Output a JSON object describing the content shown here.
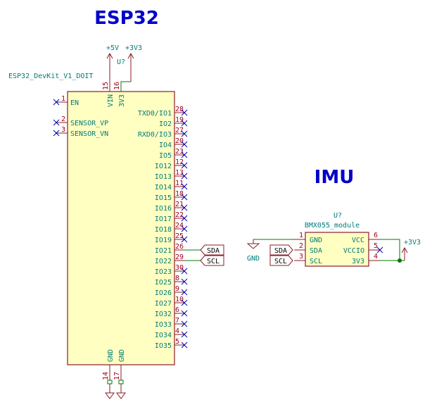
{
  "titles": {
    "esp32": "ESP32",
    "imu": "IMU"
  },
  "esp32": {
    "value": "ESP32_DevKit_V1_DOIT",
    "ref": "U?",
    "power_labels": {
      "vin_net": "+5V",
      "v3_net": "+3V3"
    },
    "top_pins": [
      {
        "num": "15",
        "name": "VIN"
      },
      {
        "num": "16",
        "name": "3V3"
      }
    ],
    "bottom_pins": [
      {
        "num": "14",
        "name": "GND"
      },
      {
        "num": "17",
        "name": "GND"
      }
    ],
    "left_pins": [
      {
        "num": "1",
        "name": "EN"
      },
      {
        "num": "2",
        "name": "SENSOR_VP"
      },
      {
        "num": "3",
        "name": "SENSOR_VN"
      }
    ],
    "right_pins": [
      {
        "num": "28",
        "name": "TXD0/IO1"
      },
      {
        "num": "19",
        "name": "IO2"
      },
      {
        "num": "27",
        "name": "RXD0/IO3"
      },
      {
        "num": "20",
        "name": "IO4"
      },
      {
        "num": "23",
        "name": "IO5"
      },
      {
        "num": "12",
        "name": "IO12"
      },
      {
        "num": "13",
        "name": "IO13"
      },
      {
        "num": "11",
        "name": "IO14"
      },
      {
        "num": "18",
        "name": "IO15"
      },
      {
        "num": "21",
        "name": "IO16"
      },
      {
        "num": "22",
        "name": "IO17"
      },
      {
        "num": "24",
        "name": "IO18"
      },
      {
        "num": "25",
        "name": "IO19"
      },
      {
        "num": "26",
        "name": "IO21"
      },
      {
        "num": "29",
        "name": "IO22"
      },
      {
        "num": "30",
        "name": "IO23"
      },
      {
        "num": "8",
        "name": "IO25"
      },
      {
        "num": "9",
        "name": "IO26"
      },
      {
        "num": "10",
        "name": "IO27"
      },
      {
        "num": "6",
        "name": "IO32"
      },
      {
        "num": "7",
        "name": "IO33"
      },
      {
        "num": "4",
        "name": "IO34"
      },
      {
        "num": "5",
        "name": "IO35"
      }
    ],
    "net_labels": {
      "sda": "SDA",
      "scl": "SCL"
    }
  },
  "imu": {
    "ref": "U?",
    "value": "BMX055_module",
    "left_pins": [
      {
        "num": "1",
        "name": "GND"
      },
      {
        "num": "2",
        "name": "SDA"
      },
      {
        "num": "3",
        "name": "SCL"
      }
    ],
    "right_pins": [
      {
        "num": "6",
        "name": "VCC"
      },
      {
        "num": "5",
        "name": "VCCIO"
      },
      {
        "num": "4",
        "name": "3V3"
      }
    ],
    "net_labels": {
      "sda": "SDA",
      "scl": "SCL"
    },
    "gnd_label": "GND",
    "pwr_label": "+3V3"
  }
}
